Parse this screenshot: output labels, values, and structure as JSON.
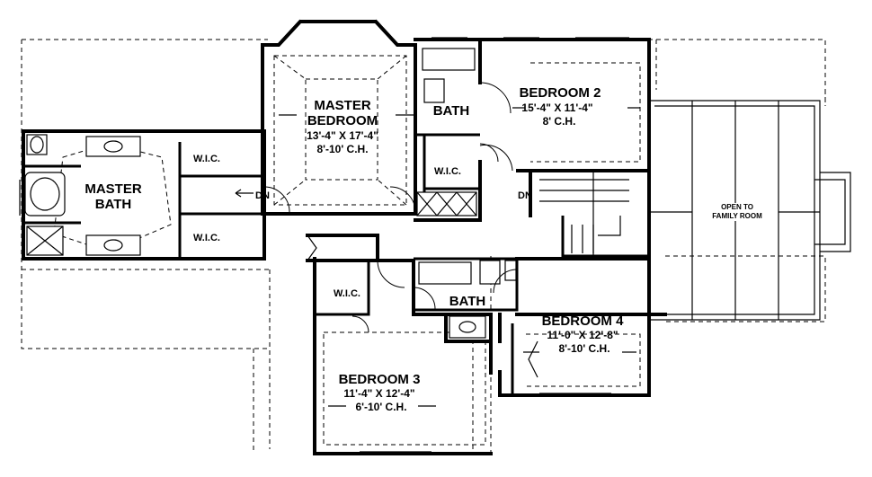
{
  "rooms": {
    "master_bedroom": {
      "name_line1": "MASTER",
      "name_line2": "BEDROOM",
      "size": "13'-4\" X 17'-4\"",
      "ceiling": "8'-10' C.H."
    },
    "master_bath": {
      "name_line1": "MASTER",
      "name_line2": "BATH"
    },
    "wic_upper": "W.I.C.",
    "wic_lower": "W.I.C.",
    "wic_bath2": "W.I.C.",
    "wic_bed3": "W.I.C.",
    "bath_upper": "BATH",
    "bath_lower": "BATH",
    "bedroom2": {
      "name": "BEDROOM 2",
      "size": "15'-4\" X 11'-4\"",
      "ceiling": "8' C.H."
    },
    "bedroom3": {
      "name": "BEDROOM 3",
      "size": "11'-4\" X 12'-4\"",
      "ceiling": "6'-10' C.H."
    },
    "bedroom4": {
      "name": "BEDROOM 4",
      "size": "11'-0\" X 12'-8\"",
      "ceiling": "8'-10' C.H."
    },
    "open_to": {
      "line1": "OPEN TO",
      "line2": "FAMILY ROOM"
    }
  },
  "stairs": {
    "dn_master": "DN",
    "dn_hall": "DN"
  }
}
